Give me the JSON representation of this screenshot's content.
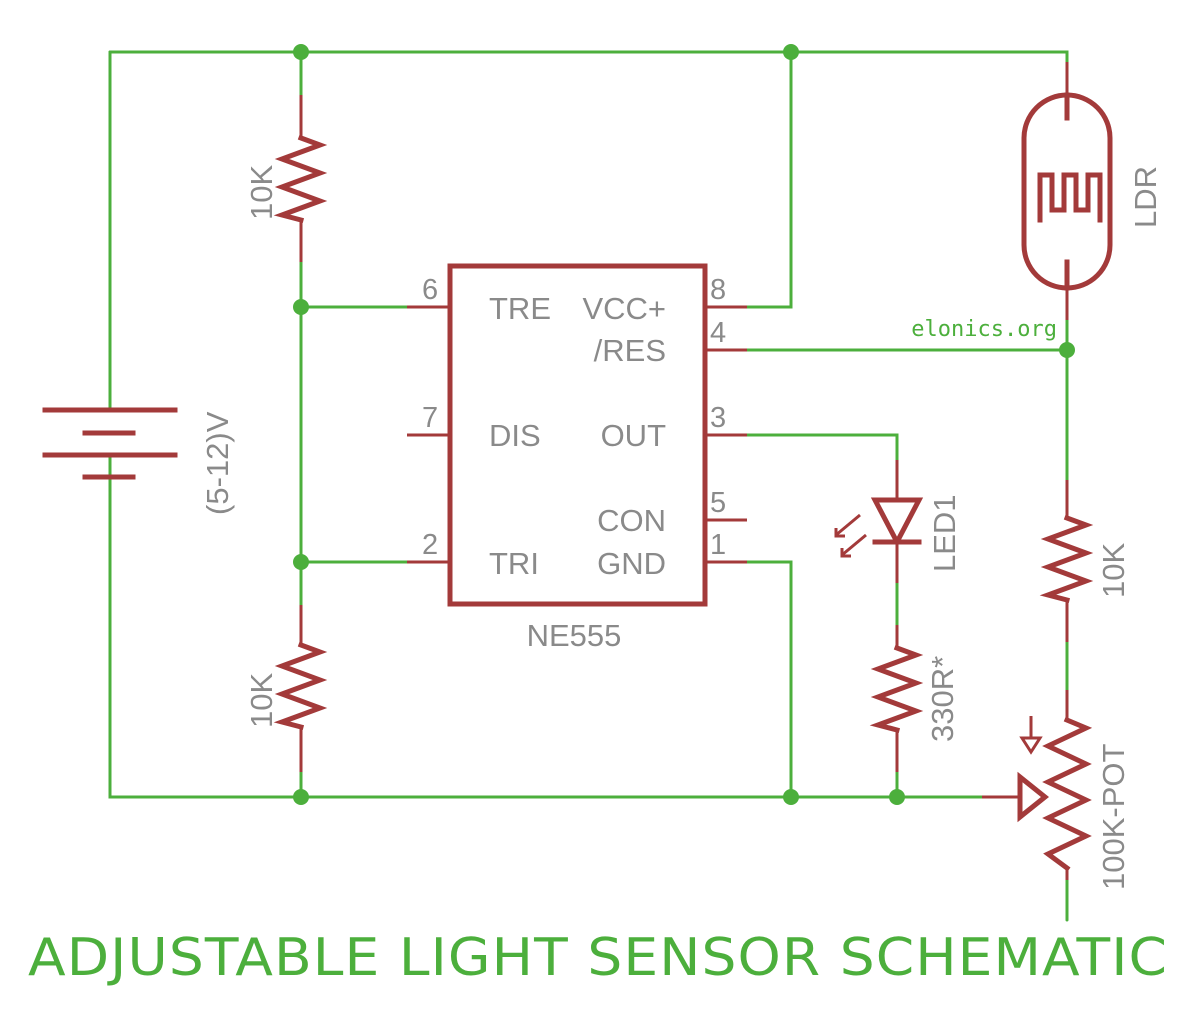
{
  "title": "ADJUSTABLE LIGHT SENSOR SCHEMATIC",
  "credit": "elonics.org",
  "ic": {
    "name": "NE555",
    "pins": {
      "tre": {
        "num": "6",
        "label": "TRE"
      },
      "dis": {
        "num": "7",
        "label": "DIS"
      },
      "tri": {
        "num": "2",
        "label": "TRI"
      },
      "vcc": {
        "num": "8",
        "label": "VCC+"
      },
      "res": {
        "num": "4",
        "label": "/RES"
      },
      "out": {
        "num": "3",
        "label": "OUT"
      },
      "con": {
        "num": "5",
        "label": "CON"
      },
      "gnd": {
        "num": "1",
        "label": "GND"
      }
    }
  },
  "components": {
    "battery": "(5-12)V",
    "r_top": "10K",
    "r_bottom": "10K",
    "r_right": "10K",
    "ldr": "LDR",
    "led": "LED1",
    "r_led": "330R*",
    "pot": "100K-POT"
  },
  "colors": {
    "wire": "#4caf3c",
    "component": "#a33a3a",
    "text": "#8a8a8a"
  }
}
